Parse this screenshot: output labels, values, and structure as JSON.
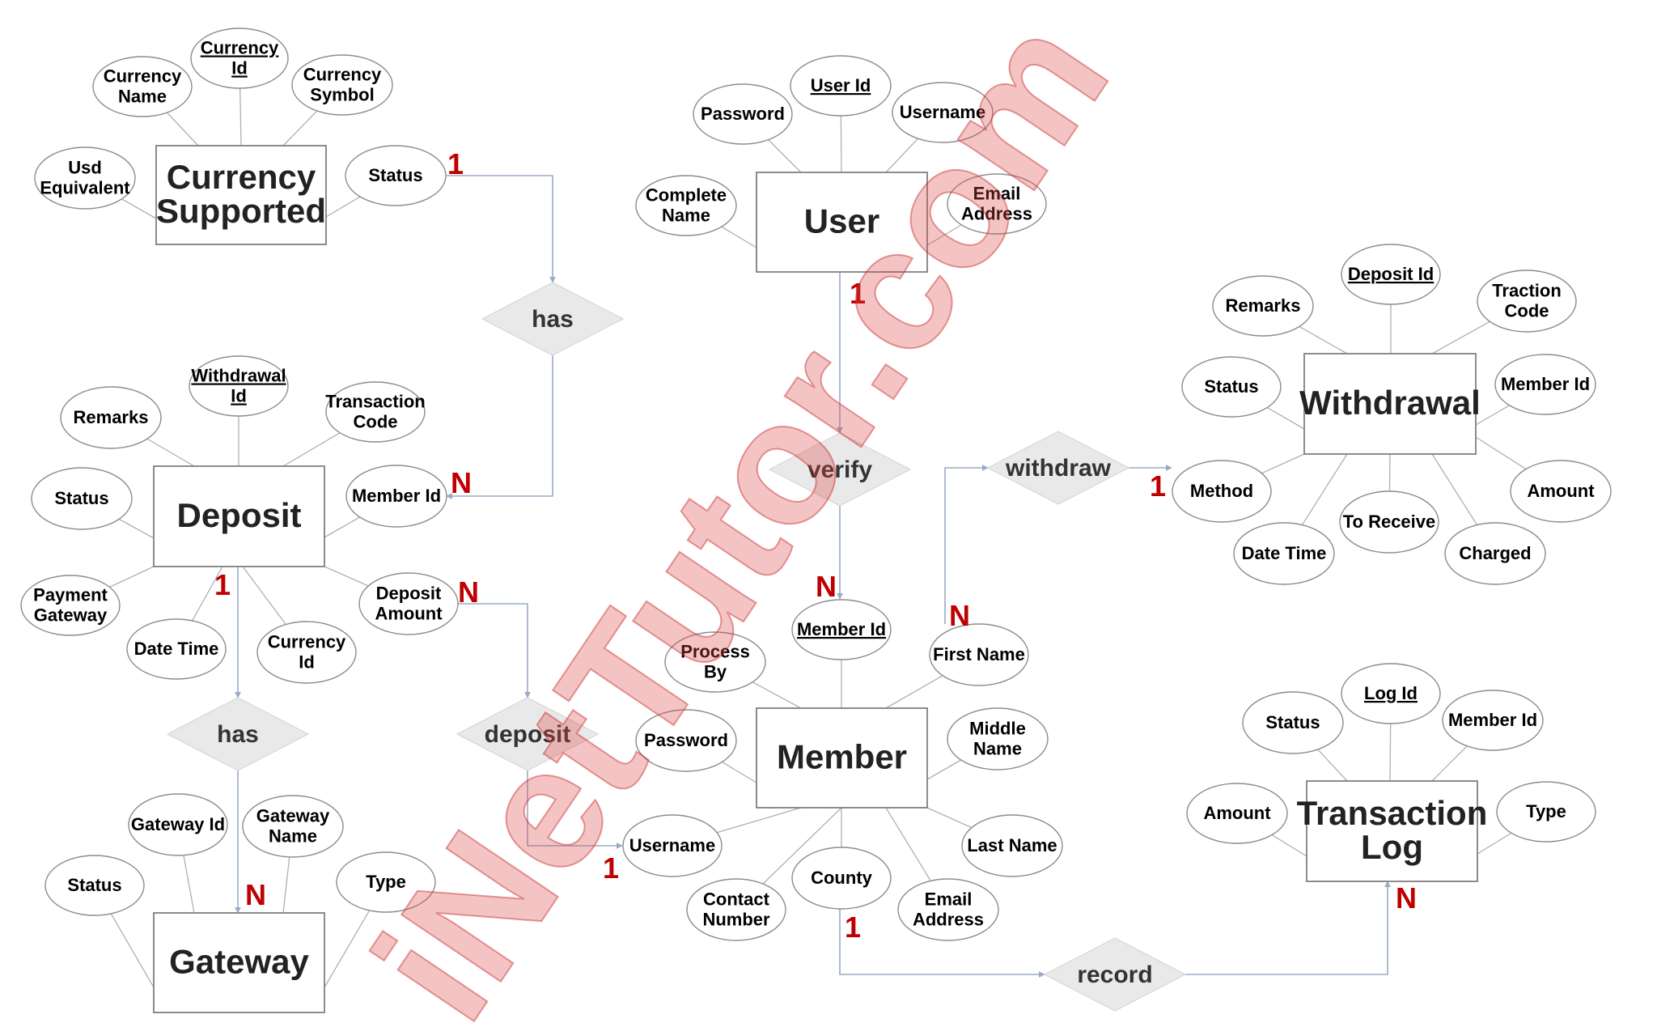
{
  "entities": [
    {
      "id": "currency",
      "name": "Currency Supported",
      "lines": [
        "Currency",
        "Supported"
      ]
    },
    {
      "id": "user",
      "name": "User",
      "lines": [
        "User"
      ]
    },
    {
      "id": "withdrawal",
      "name": "Withdrawal",
      "lines": [
        "Withdrawal"
      ]
    },
    {
      "id": "deposit",
      "name": "Deposit",
      "lines": [
        "Deposit"
      ]
    },
    {
      "id": "gateway",
      "name": "Gateway",
      "lines": [
        "Gateway"
      ]
    },
    {
      "id": "member",
      "name": "Member",
      "lines": [
        "Member"
      ]
    },
    {
      "id": "transactionlog",
      "name": "Transaction Log",
      "lines": [
        "Transaction",
        "Log"
      ]
    }
  ],
  "attributes": [
    {
      "entity": "currency",
      "lines": [
        "Currency",
        "Id"
      ],
      "key": true
    },
    {
      "entity": "currency",
      "lines": [
        "Currency",
        "Name"
      ],
      "key": false
    },
    {
      "entity": "currency",
      "lines": [
        "Currency",
        "Symbol"
      ],
      "key": false
    },
    {
      "entity": "currency",
      "lines": [
        "Usd",
        "Equivalent"
      ],
      "key": false
    },
    {
      "entity": "currency",
      "lines": [
        "Status"
      ],
      "key": false
    },
    {
      "entity": "user",
      "lines": [
        "User Id"
      ],
      "key": true
    },
    {
      "entity": "user",
      "lines": [
        "Password"
      ],
      "key": false
    },
    {
      "entity": "user",
      "lines": [
        "Username"
      ],
      "key": false
    },
    {
      "entity": "user",
      "lines": [
        "Complete",
        "Name"
      ],
      "key": false
    },
    {
      "entity": "user",
      "lines": [
        "Email",
        "Address"
      ],
      "key": false
    },
    {
      "entity": "withdrawal",
      "lines": [
        "Deposit Id"
      ],
      "key": true
    },
    {
      "entity": "withdrawal",
      "lines": [
        "Remarks"
      ],
      "key": false
    },
    {
      "entity": "withdrawal",
      "lines": [
        "Traction",
        "Code"
      ],
      "key": false
    },
    {
      "entity": "withdrawal",
      "lines": [
        "Status"
      ],
      "key": false
    },
    {
      "entity": "withdrawal",
      "lines": [
        "Member Id"
      ],
      "key": false
    },
    {
      "entity": "withdrawal",
      "lines": [
        "Method"
      ],
      "key": false
    },
    {
      "entity": "withdrawal",
      "lines": [
        "Amount"
      ],
      "key": false
    },
    {
      "entity": "withdrawal",
      "lines": [
        "To Receive"
      ],
      "key": false
    },
    {
      "entity": "withdrawal",
      "lines": [
        "Date Time"
      ],
      "key": false
    },
    {
      "entity": "withdrawal",
      "lines": [
        "Charged"
      ],
      "key": false
    },
    {
      "entity": "deposit",
      "lines": [
        "Withdrawal",
        "Id"
      ],
      "key": true
    },
    {
      "entity": "deposit",
      "lines": [
        "Remarks"
      ],
      "key": false
    },
    {
      "entity": "deposit",
      "lines": [
        "Transaction",
        "Code"
      ],
      "key": false
    },
    {
      "entity": "deposit",
      "lines": [
        "Status"
      ],
      "key": false
    },
    {
      "entity": "deposit",
      "lines": [
        "Member Id"
      ],
      "key": false
    },
    {
      "entity": "deposit",
      "lines": [
        "Payment",
        "Gateway"
      ],
      "key": false
    },
    {
      "entity": "deposit",
      "lines": [
        "Deposit",
        "Amount"
      ],
      "key": false
    },
    {
      "entity": "deposit",
      "lines": [
        "Date Time"
      ],
      "key": false
    },
    {
      "entity": "deposit",
      "lines": [
        "Currency",
        "Id"
      ],
      "key": false
    },
    {
      "entity": "gateway",
      "lines": [
        "Gateway Id"
      ],
      "key": false
    },
    {
      "entity": "gateway",
      "lines": [
        "Gateway",
        "Name"
      ],
      "key": false
    },
    {
      "entity": "gateway",
      "lines": [
        "Status"
      ],
      "key": false
    },
    {
      "entity": "gateway",
      "lines": [
        "Type"
      ],
      "key": false
    },
    {
      "entity": "member",
      "lines": [
        "Member Id"
      ],
      "key": true
    },
    {
      "entity": "member",
      "lines": [
        "Process",
        "By"
      ],
      "key": false
    },
    {
      "entity": "member",
      "lines": [
        "First Name"
      ],
      "key": false
    },
    {
      "entity": "member",
      "lines": [
        "Password"
      ],
      "key": false
    },
    {
      "entity": "member",
      "lines": [
        "Middle",
        "Name"
      ],
      "key": false
    },
    {
      "entity": "member",
      "lines": [
        "Username"
      ],
      "key": false
    },
    {
      "entity": "member",
      "lines": [
        "Last Name"
      ],
      "key": false
    },
    {
      "entity": "member",
      "lines": [
        "Contact",
        "Number"
      ],
      "key": false
    },
    {
      "entity": "member",
      "lines": [
        "County"
      ],
      "key": false
    },
    {
      "entity": "member",
      "lines": [
        "Email",
        "Address"
      ],
      "key": false
    },
    {
      "entity": "transactionlog",
      "lines": [
        "Log Id"
      ],
      "key": true
    },
    {
      "entity": "transactionlog",
      "lines": [
        "Status"
      ],
      "key": false
    },
    {
      "entity": "transactionlog",
      "lines": [
        "Member Id"
      ],
      "key": false
    },
    {
      "entity": "transactionlog",
      "lines": [
        "Amount"
      ],
      "key": false
    },
    {
      "entity": "transactionlog",
      "lines": [
        "Type"
      ],
      "key": false
    }
  ],
  "relationships": [
    {
      "id": "has1",
      "name": "has",
      "from": "currency",
      "to": "deposit"
    },
    {
      "id": "verify",
      "name": "verify",
      "from": "user",
      "to": "member"
    },
    {
      "id": "withdraw",
      "name": "withdraw",
      "from": "member",
      "to": "withdrawal"
    },
    {
      "id": "has2",
      "name": "has",
      "from": "deposit",
      "to": "gateway"
    },
    {
      "id": "deposit",
      "name": "deposit",
      "from": "deposit",
      "to": "member"
    },
    {
      "id": "record",
      "name": "record",
      "from": "member",
      "to": "transactionlog"
    }
  ],
  "cardinalities": [
    "1",
    "N",
    "1",
    "N",
    "N",
    "1",
    "1",
    "N",
    "N",
    "1",
    "1",
    "N"
  ],
  "watermark": "iNetTutor.com",
  "colors": {
    "entity_border": "#7f7f7f",
    "attribute_border": "#8c8c8c",
    "relationship_fill": "#e9e9e9",
    "connector": "#9aaac8",
    "cardinality": "#c00000",
    "watermark": "#de4646"
  }
}
